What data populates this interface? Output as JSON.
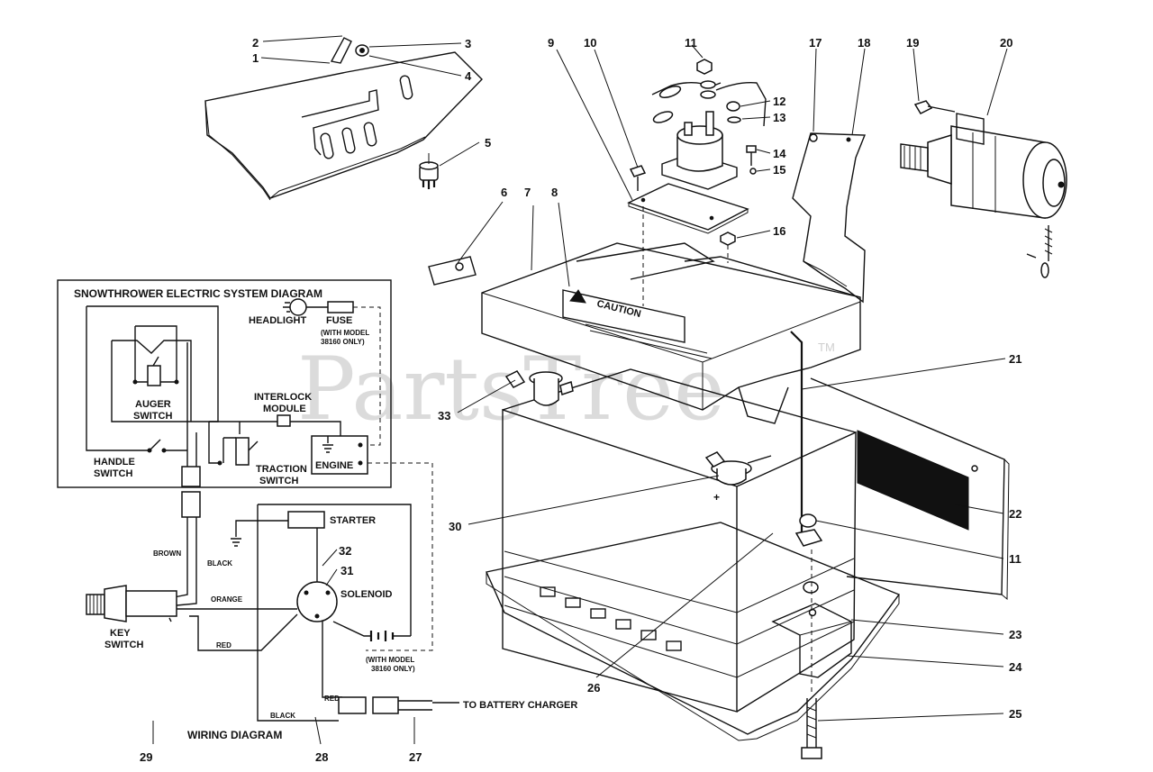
{
  "callouts": [
    "1",
    "2",
    "3",
    "4",
    "5",
    "6",
    "7",
    "8",
    "9",
    "10",
    "11",
    "12",
    "13",
    "14",
    "15",
    "16",
    "17",
    "18",
    "19",
    "20",
    "21",
    "22",
    "23",
    "24",
    "25",
    "26",
    "27",
    "28",
    "29",
    "30",
    "31",
    "32",
    "33",
    "11"
  ],
  "decal_text": "CAUTION",
  "battery_terminal_sign": "+",
  "electric_diagram": {
    "title": "SNOWTHROWER ELECTRIC SYSTEM DIAGRAM",
    "headlight": "HEADLIGHT",
    "fuse": "FUSE",
    "model_note_1": "(WITH MODEL",
    "model_note_2": "38160 ONLY)",
    "auger_switch_1": "AUGER",
    "auger_switch_2": "SWITCH",
    "interlock_1": "INTERLOCK",
    "interlock_2": "MODULE",
    "handle_switch_1": "HANDLE",
    "handle_switch_2": "SWITCH",
    "engine": "ENGINE",
    "traction_switch_1": "TRACTION",
    "traction_switch_2": "SWITCH"
  },
  "wiring_diagram": {
    "title": "WIRING DIAGRAM",
    "starter": "STARTER",
    "solenoid": "SOLENOID",
    "key_switch_1": "KEY",
    "key_switch_2": "SWITCH",
    "model_note_1": "(WITH MODEL",
    "model_note_2": "38160 ONLY)",
    "battery_charger": "TO BATTERY CHARGER",
    "wire_brown": "BROWN",
    "wire_black_1": "BLACK",
    "wire_orange": "ORANGE",
    "wire_red_1": "RED",
    "wire_black_2": "BLACK",
    "wire_red_2": "RED"
  },
  "watermark": {
    "text": "PartsTree",
    "trademark": "TM"
  }
}
